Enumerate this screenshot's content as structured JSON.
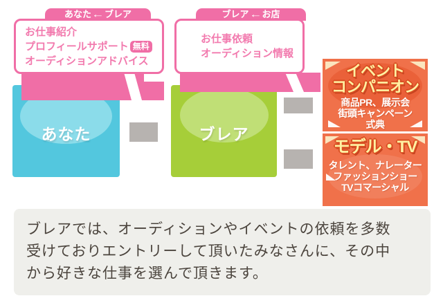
{
  "colors": {
    "pink": "#F06EA6",
    "pink_text": "#F27AAE",
    "cyan": "#53C7DE",
    "cyan_dome": "#8BDCEA",
    "green": "#A6CE39",
    "green_dome": "#C0DF76",
    "orange": "#F0714A",
    "title_yellow": "#FFF1A2",
    "title_outline": "#D94E22",
    "connector_gray": "#B7B3B0",
    "panel_bg": "#EFEFEB",
    "panel_text": "#4B443D"
  },
  "bubble_you_from_brea": {
    "tab": {
      "left": "あなた",
      "arrow": "←",
      "right": "ブレア"
    },
    "line1": "お仕事紹介",
    "line2": "プロフィールサポート",
    "line2_badge": "無料",
    "line3": "オーディションアドバイス"
  },
  "bubble_brea_from_shop": {
    "tab": {
      "left": "ブレア",
      "arrow": "←",
      "right": "お店"
    },
    "line1": "お仕事依頼",
    "line2": "オーディション情報"
  },
  "actor_you": {
    "label": "あなた"
  },
  "actor_brea": {
    "label": "ブレア"
  },
  "category_event_companion": {
    "title_line1": "イベント",
    "title_line2": "コンパニオン",
    "item1": "商品PR、展示会",
    "item2": "街頭キャンペーン",
    "item3": "式典"
  },
  "category_model_tv": {
    "title": "モデル・TV",
    "item1": "タレント、ナレーター",
    "item2": "ファッションショー",
    "item3": "TVコマーシャル"
  },
  "description": "ブレアでは、オーディションやイベントの依頼を多数受けておりエントリーして頂いたみなさんに、その中から好きな仕事を選んで頂きます。"
}
